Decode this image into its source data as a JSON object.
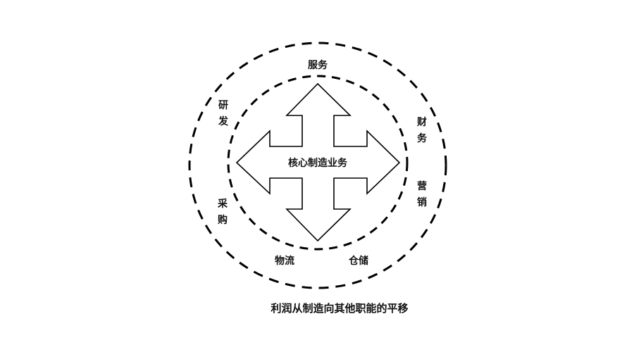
{
  "diagram": {
    "center_label": "核心制造业务",
    "caption": "利润从制造向其他职能的平移",
    "functions": [
      {
        "id": "service",
        "label": "服务",
        "vertical": false
      },
      {
        "id": "rnd",
        "label": "研发",
        "vertical": true,
        "chars": [
          "研",
          "发"
        ]
      },
      {
        "id": "finance",
        "label": "财务",
        "vertical": true,
        "chars": [
          "财",
          "务"
        ]
      },
      {
        "id": "marketing",
        "label": "营销",
        "vertical": true,
        "chars": [
          "营",
          "销"
        ]
      },
      {
        "id": "procurement",
        "label": "采购",
        "vertical": true,
        "chars": [
          "采",
          "购"
        ]
      },
      {
        "id": "logistics",
        "label": "物流",
        "vertical": false
      },
      {
        "id": "warehousing",
        "label": "仓储",
        "vertical": false
      }
    ],
    "shapes": {
      "inner_circle": "dashed",
      "outer_circle": "dashed",
      "center_arrow": "four-way-arrow"
    },
    "colors": {
      "stroke": "#000000",
      "background": "#ffffff",
      "text": "#111111"
    }
  }
}
